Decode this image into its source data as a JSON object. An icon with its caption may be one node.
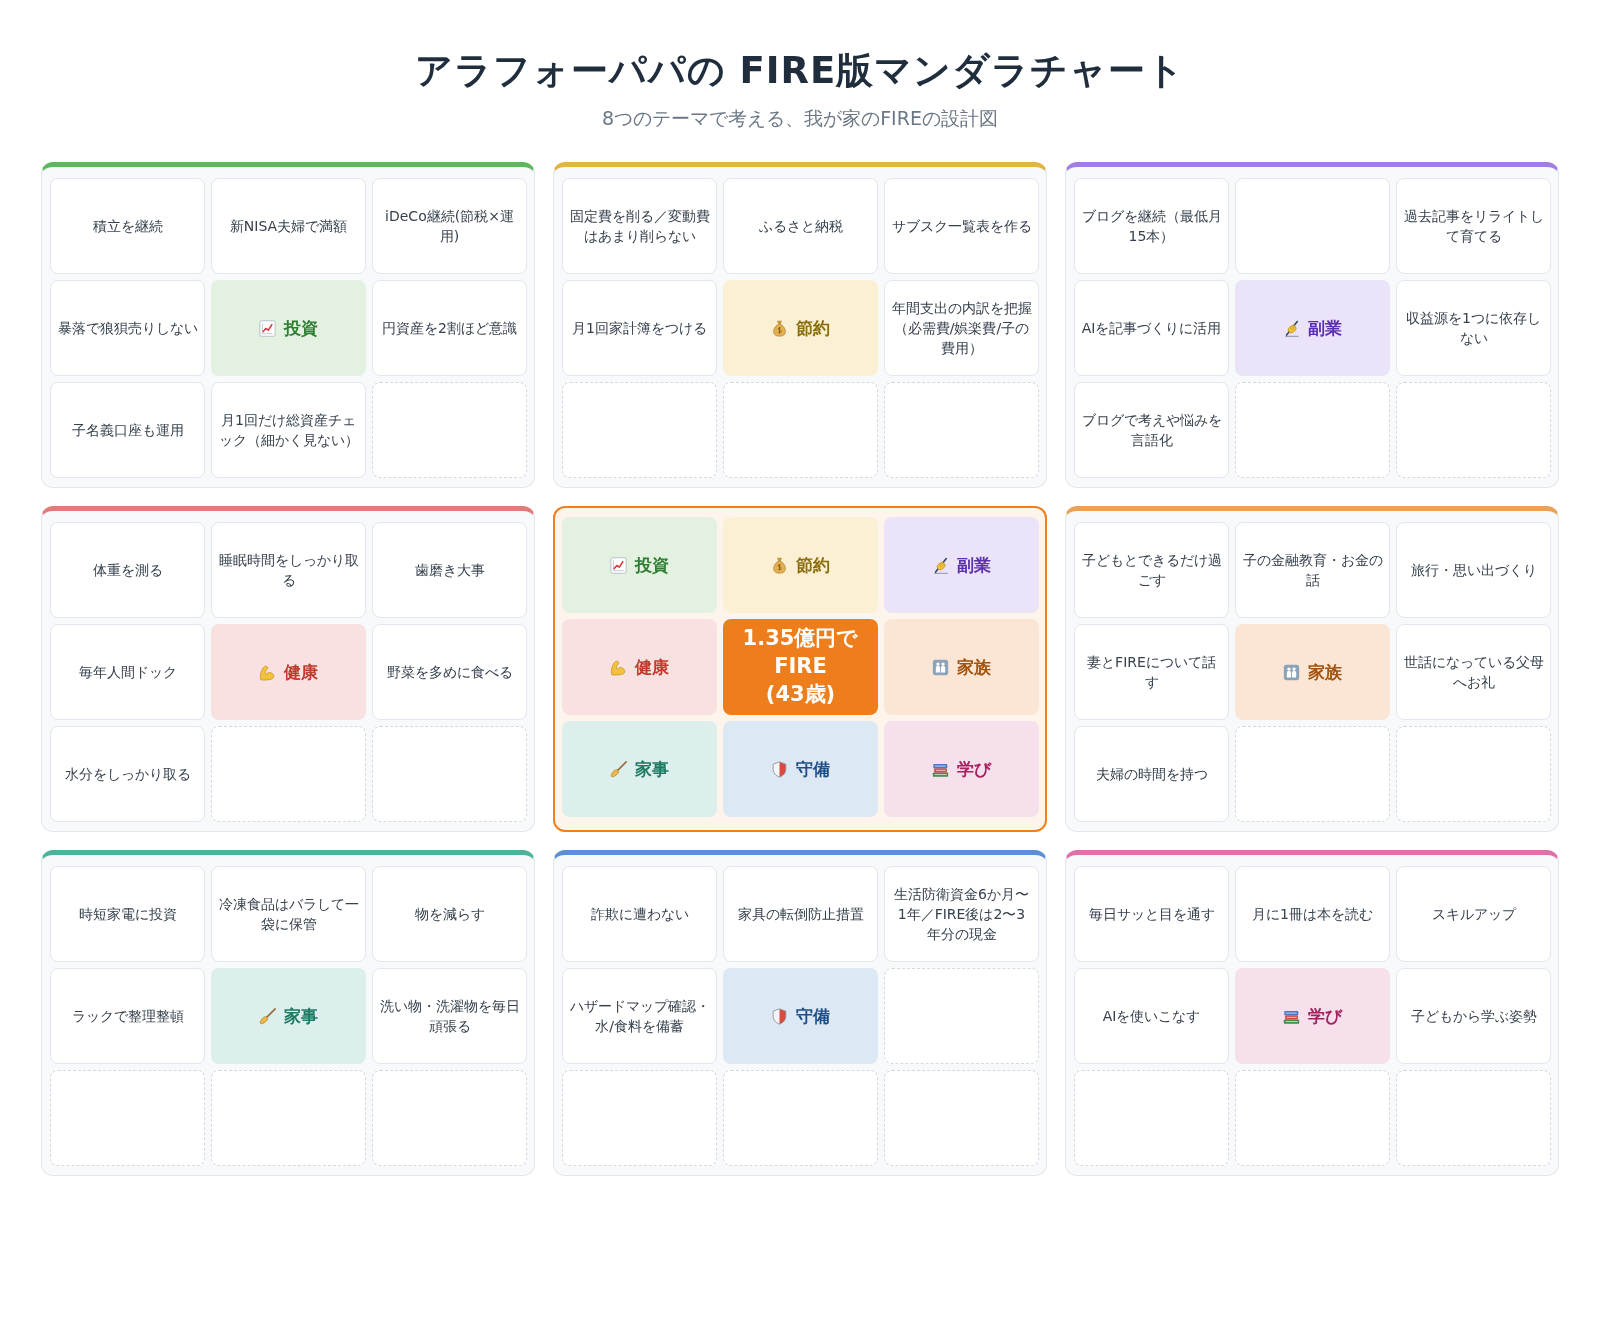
{
  "diagram": {
    "title": "アラフォーパパの FIRE版マンダラチャート",
    "nodes": [
      {
        "text": [],
        "shape": "box"
      },
      {
        "text": [
          "積立を継続"
        ],
        "in": 0
      },
      {
        "text": [
          "新NISA夫婦で満額"
        ],
        "in": 0
      },
      {
        "text": [
          "iDeCo継続(節税×運用)"
        ],
        "in": 0
      },
      {
        "text": [
          "暴落で狼狽売りしない"
        ],
        "in": 0
      },
      {
        "text": [
          "投資"
        ],
        "in": 0
      },
      {
        "text": [
          "円資産を2割ほど意識"
        ],
        "in": 0
      },
      {
        "text": [
          "子名義口座も運用"
        ],
        "in": 0
      },
      {
        "text": [
          "月1回だけ総資産チェック（細かく見ない）"
        ],
        "in": 0
      },
      {
        "text": [],
        "shape": "box",
        "in": 0
      },
      {
        "text": [],
        "shape": "box"
      },
      {
        "text": [
          "固定費を削る／変動費はあまり削らない"
        ],
        "in": 10
      },
      {
        "text": [
          "ふるさと納税"
        ],
        "in": 10
      },
      {
        "text": [
          "サブスク一覧表を作る"
        ],
        "in": 10
      },
      {
        "text": [
          "月1回家計簿をつける"
        ],
        "in": 10
      },
      {
        "text": [
          "節約"
        ],
        "in": 10
      },
      {
        "text": [
          "年間支出の内訳を把握（必需費/娯楽費/子の費用）"
        ],
        "in": 10
      },
      {
        "text": [],
        "shape": "box",
        "in": 10
      },
      {
        "text": [],
        "shape": "box",
        "in": 10
      },
      {
        "text": [],
        "shape": "box",
        "in": 10
      },
      {
        "text": [],
        "shape": "box"
      },
      {
        "text": [
          "ブログを継続（最低月15本）"
        ],
        "in": 20
      },
      {
        "text": [],
        "shape": "box",
        "in": 20
      },
      {
        "text": [
          "過去記事をリライトして育てる"
        ],
        "in": 20
      },
      {
        "text": [
          "AIを記事づくりに活用"
        ],
        "in": 20
      },
      {
        "text": [
          "副業"
        ],
        "in": 20
      },
      {
        "text": [
          "収益源を1つに依存しない"
        ],
        "in": 20
      },
      {
        "text": [
          "ブログで考えや悩みを言語化"
        ],
        "in": 20
      },
      {
        "text": [],
        "shape": "box",
        "in": 20
      },
      {
        "text": [],
        "shape": "box",
        "in": 20
      },
      {
        "text": [],
        "shape": "box"
      },
      {
        "text": [
          "体重を測る"
        ],
        "in": 30
      },
      {
        "text": [
          "睡眠時間をしっかり取る"
        ],
        "in": 30
      },
      {
        "text": [
          "歯磨き大事"
        ],
        "in": 30
      },
      {
        "text": [
          "毎年人間ドック"
        ],
        "in": 30
      },
      {
        "text": [
          "健康"
        ],
        "in": 30
      },
      {
        "text": [
          "野菜を多めに食べる"
        ],
        "in": 30
      },
      {
        "text": [
          "水分をしっかり取る"
        ],
        "in": 30
      },
      {
        "text": [],
        "shape": "box",
        "in": 30
      },
      {
        "text": [],
        "shape": "box",
        "in": 30
      },
      {
        "text": [],
        "shape": "box"
      },
      {
        "text": [
          "投資"
        ],
        "in": 40
      },
      {
        "text": [
          "節約"
        ],
        "in": 40
      },
      {
        "text": [
          "副業"
        ],
        "in": 40
      },
      {
        "text": [
          "健康"
        ],
        "in": 40
      },
      {
        "text": [
          "1.35億円で FIRE (43歳)"
        ],
        "in": 40
      },
      {
        "text": [
          "家族"
        ],
        "in": 40
      },
      {
        "text": [
          "家事"
        ],
        "in": 40
      },
      {
        "text": [
          "守備"
        ],
        "in": 40
      },
      {
        "text": [
          "学び"
        ],
        "in": 40
      },
      {
        "text": [],
        "shape": "box"
      },
      {
        "text": [
          "子どもとできるだけ過ごす"
        ],
        "in": 50
      },
      {
        "text": [
          "子の金融教育・お金の話"
        ],
        "in": 50
      },
      {
        "text": [
          "旅行・思い出づくり"
        ],
        "in": 50
      },
      {
        "text": [
          "妻とFIREについて話す"
        ],
        "in": 50
      },
      {
        "text": [
          "家族"
        ],
        "in": 50
      },
      {
        "text": [
          "世話になっている父母へお礼"
        ],
        "in": 50
      },
      {
        "text": [
          "夫婦の時間を持つ"
        ],
        "in": 50
      },
      {
        "text": [],
        "shape": "box",
        "in": 50
      },
      {
        "text": [],
        "shape": "box",
        "in": 50
      },
      {
        "text": [],
        "shape": "box"
      },
      {
        "text": [
          "時短家電に投資"
        ],
        "in": 60
      },
      {
        "text": [
          "冷凍食品はバラして一袋に保管"
        ],
        "in": 60
      },
      {
        "text": [
          "物を減らす"
        ],
        "in": 60
      },
      {
        "text": [
          "ラックで整理整頓"
        ],
        "in": 60
      },
      {
        "text": [
          "家事"
        ],
        "in": 60
      },
      {
        "text": [
          "洗い物・洗濯物を毎日頑張る"
        ],
        "in": 60
      },
      {
        "text": [],
        "shape": "box",
        "in": 60
      },
      {
        "text": [],
        "shape": "box",
        "in": 60
      },
      {
        "text": [],
        "shape": "box",
        "in": 60
      },
      {
        "text": [],
        "shape": "box"
      },
      {
        "text": [
          "詐欺に遭わない"
        ],
        "in": 70
      },
      {
        "text": [
          "家具の転倒防止措置"
        ],
        "in": 70
      },
      {
        "text": [
          "生活防衛資金6か月〜1年／FIRE後は2〜3年分の現金"
        ],
        "in": 70
      },
      {
        "text": [
          "ハザードマップ確認・水/食料を備蓄"
        ],
        "in": 70
      },
      {
        "text": [
          "守備"
        ],
        "in": 70
      },
      {
        "text": [],
        "shape": "box",
        "in": 70
      },
      {
        "text": [],
        "shape": "box",
        "in": 70
      },
      {
        "text": [],
        "shape": "box",
        "in": 70
      },
      {
        "text": [],
        "shape": "box",
        "in": 70
      },
      {
        "text": [],
        "shape": "box"
      },
      {
        "text": [
          "毎日サッと目を通す"
        ],
        "in": 80
      },
      {
        "text": [
          "月に1冊は本を読む"
        ],
        "in": 80
      },
      {
        "text": [
          "スキルアップ"
        ],
        "in": 80
      },
      {
        "text": [
          "AIを使いこなす"
        ],
        "in": 80
      },
      {
        "text": [
          "学び"
        ],
        "in": 80
      },
      {
        "text": [
          "子どもから学ぶ姿勢"
        ],
        "in": 80
      },
      {
        "text": [],
        "shape": "box",
        "in": 80
      },
      {
        "text": [],
        "shape": "box",
        "in": 80
      },
      {
        "text": [],
        "shape": "box",
        "in": 80
      }
    ],
    "labels": [
      "8つのテーマで考える、我が家のFIREの設計図"
    ]
  }
}
